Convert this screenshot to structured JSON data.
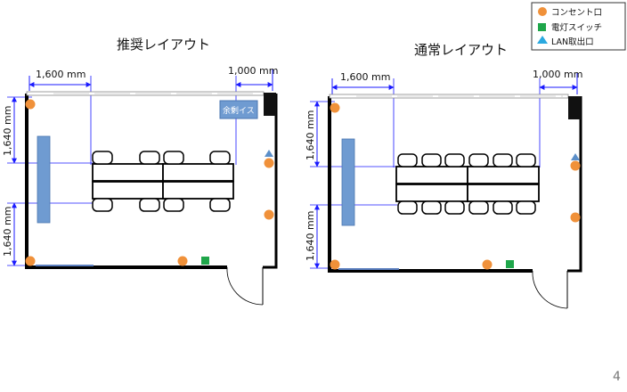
{
  "legend": {
    "items": [
      {
        "label": "コンセント口",
        "symbol": "outlet-circle",
        "color": "#f0913a"
      },
      {
        "label": "電灯スイッチ",
        "symbol": "switch-square",
        "color": "#1fa64a"
      },
      {
        "label": "LAN取出口",
        "symbol": "lan-triangle",
        "color": "#2aa9e0"
      }
    ]
  },
  "layouts": [
    {
      "title": "推奨レイアウト",
      "dim_width_left": "1,600 mm",
      "dim_width_right": "1,000 mm",
      "dim_height_top": "1,640 mm",
      "dim_height_bottom": "1,640 mm",
      "spare_chairs_label": "余剰イス"
    },
    {
      "title": "通常レイアウト",
      "dim_width_left": "1,600 mm",
      "dim_width_right": "1,000 mm",
      "dim_height_top": "1,640 mm",
      "dim_height_bottom": "1,640 mm"
    }
  ],
  "page_number": "4",
  "colors": {
    "outlet": "#f0913a",
    "switch": "#1fa64a",
    "lan": "#5b8fc9",
    "furniture": "#6f9bd1",
    "dimension": "#1a1aff"
  }
}
